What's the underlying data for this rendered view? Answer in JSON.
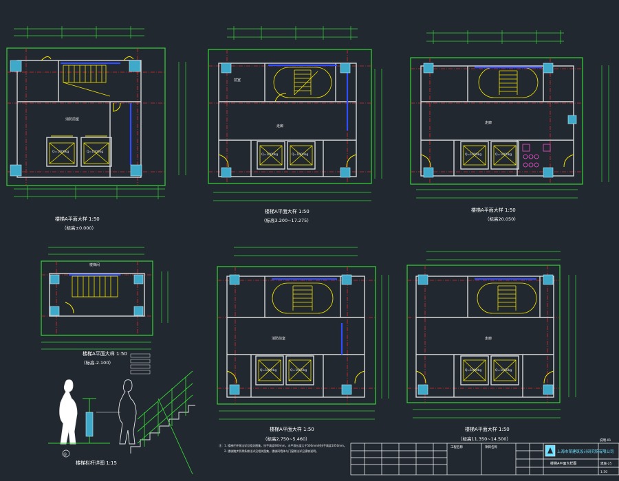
{
  "plans": {
    "p1": {
      "title": "楼梯A平面大样 1:50",
      "sub": "（标高±0.000）",
      "room_label": "消防前室",
      "elevator_labels": [
        "Q=1000kg",
        "Q=1000kg"
      ]
    },
    "p2": {
      "title": "楼梯A平面大样 1:50",
      "sub": "（标高3.200~17.275）",
      "hall_label": "走廊",
      "room_label": "前室",
      "elevator_labels": [
        "Q=1000kg",
        "Q=1000kg"
      ]
    },
    "p3": {
      "title": "楼梯A平面大样 1:50",
      "sub": "（标高20.050）",
      "hall_label": "走廊",
      "elevator_labels": [
        "Q=1000kg",
        "Q=1000kg"
      ]
    },
    "p4": {
      "title": "楼梯A平面大样 1:50",
      "sub": "（标高-2.100）",
      "room_label": "楼梯间"
    },
    "p5": {
      "title": "楼梯A平面大样 1:50",
      "sub": "（标高2.750~5.460）",
      "room_label": "消防前室",
      "elevator_labels": [
        "Q=1000kg",
        "Q=1000kg"
      ]
    },
    "p6": {
      "title": "楼梯A平面大样 1:50",
      "sub": "（标高11.350~14.500）",
      "hall_label": "走廊",
      "elevator_labels": [
        "Q=1000kg",
        "Q=1000kg"
      ]
    }
  },
  "railing": {
    "number": "①",
    "title": "楼梯栏杆详图 1:15"
  },
  "notes": {
    "line1": "注：1. 楼梯栏杆做法详见相关图集，扶手高度900mm，水平段长度大于500mm时扶手高度1050mm。",
    "line2": "2. 楼梯踏步防滑条做法详见相关图集，楼梯间墙体与门窗做法详见建筑说明。"
  },
  "titleblock": {
    "company": "上海市某建筑设计研究院有限公司",
    "drawing_name": "楼梯A平面大样图",
    "field_a": "工程名称",
    "field_b": "项目名称",
    "drawing_no": "建施-25",
    "scale": "1:50"
  },
  "corner_note": "说明-01"
}
